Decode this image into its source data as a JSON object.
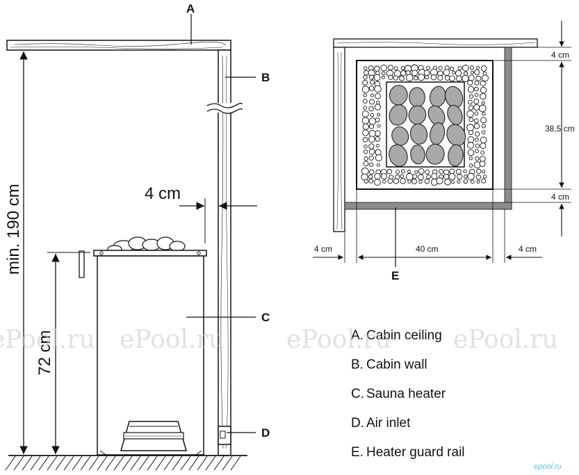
{
  "labels": {
    "a": "A",
    "b": "B",
    "c": "C",
    "d": "D",
    "e": "E"
  },
  "dimensions": {
    "min_height": "min. 190 cm",
    "heater_height": "72 cm",
    "wall_gap": "4 cm",
    "top_gap": "4 cm",
    "heater_depth": "38,5 cm",
    "rail_gap": "4 cm",
    "left_gap": "4 cm",
    "heater_width": "40 cm",
    "right_gap": "4 cm"
  },
  "legend": [
    {
      "letter": "A.",
      "text": "Cabin ceiling"
    },
    {
      "letter": "B.",
      "text": "Cabin wall"
    },
    {
      "letter": "C.",
      "text": "Sauna heater"
    },
    {
      "letter": "D.",
      "text": "Air inlet"
    },
    {
      "letter": "E.",
      "text": "Heater guard rail"
    }
  ],
  "watermarks": [
    "ePool.ru",
    "ePool.ru",
    "ePool.ru",
    "ePool.ru"
  ],
  "logo": "epool.ru",
  "colors": {
    "line": "#111111",
    "stone": "#a9a9a9",
    "rail": "#8c8c8c",
    "watermark": "#c9c9c9",
    "logo": "#58c8e0"
  }
}
